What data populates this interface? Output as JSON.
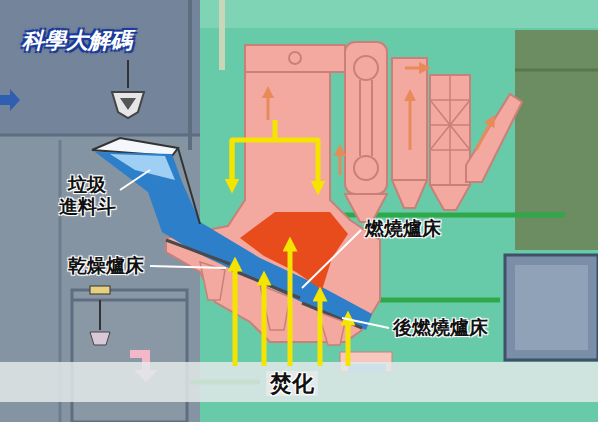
{
  "diagram": {
    "caption": "焚化",
    "labels": [
      "科學大解碼",
      "垃圾 進料斗",
      "乾燥爐床",
      "燃燒爐床",
      "後燃燒爐床"
    ]
  }
}
